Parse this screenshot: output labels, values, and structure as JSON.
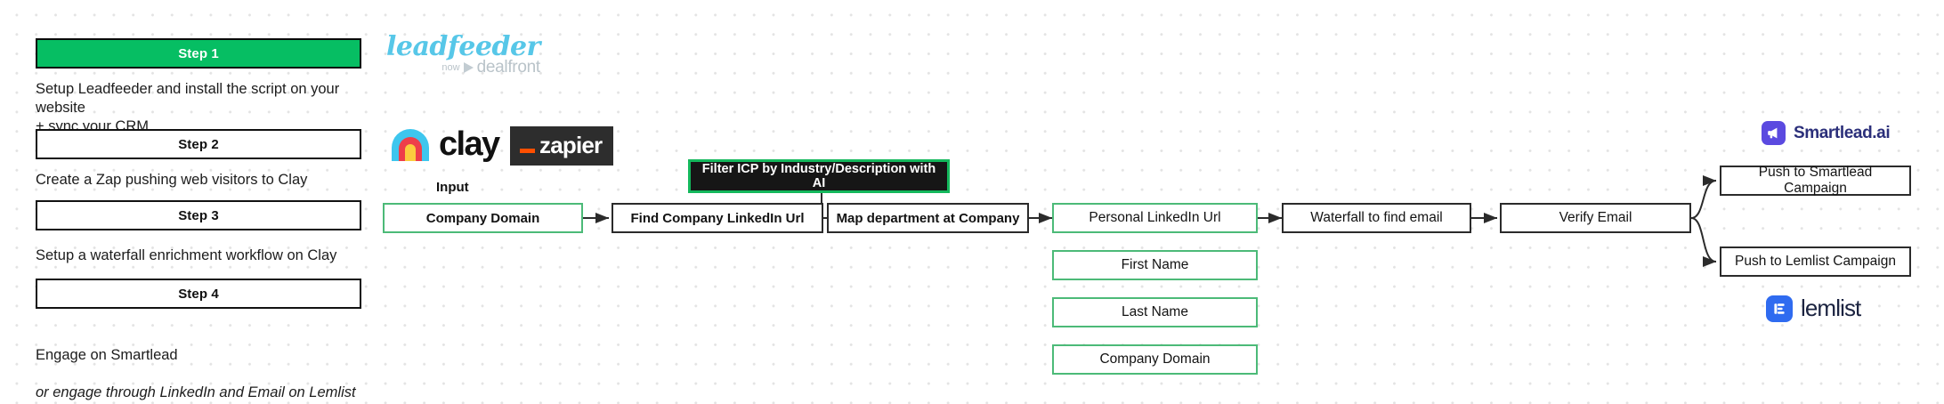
{
  "steps": [
    {
      "label": "Step 1",
      "description": "Setup Leadfeeder and install the script on your website\n+ sync your CRM",
      "highlight": true
    },
    {
      "label": "Step 2",
      "description": "Create a Zap pushing web visitors to Clay",
      "highlight": false
    },
    {
      "label": "Step 3",
      "description": "Setup a waterfall enrichment workflow on Clay",
      "highlight": false
    },
    {
      "label": "Step 4",
      "description": "Engage on Smartlead",
      "description_italic": "or engage through LinkedIn and Email on Lemlist",
      "highlight": false
    }
  ],
  "logos": {
    "leadfeeder": {
      "word": "leadfeeder",
      "now": "now",
      "parent": "dealfront"
    },
    "clay": {
      "word": "clay"
    },
    "zapier": {
      "word": "zapier"
    },
    "smartlead": {
      "word": "Smartlead.ai"
    },
    "lemlist": {
      "word": "lemlist"
    }
  },
  "flow": {
    "input_caption": "Input",
    "filter_node": "Filter ICP by Industry/Description with AI",
    "nodes": {
      "company_domain_input": "Company Domain",
      "find_company_linkedin": "Find Company LinkedIn Url",
      "map_department": "Map department at Company",
      "personal_linkedin": "Personal LinkedIn Url",
      "first_name": "First Name",
      "last_name": "Last Name",
      "company_domain_out": "Company Domain",
      "waterfall_email": "Waterfall to find email",
      "verify_email": "Verify Email",
      "push_smartlead": "Push to Smartlead Campaign",
      "push_lemlist": "Push to Lemlist Campaign"
    }
  },
  "colors": {
    "accent_green": "#06be63",
    "node_green": "#4cba78",
    "dark_node": "#161616",
    "zapier_orange": "#ff4f00",
    "smartlead_purple": "#5b4ae0",
    "lemlist_blue": "#2f6bf0",
    "leadfeeder_blue": "#57c7e8"
  }
}
